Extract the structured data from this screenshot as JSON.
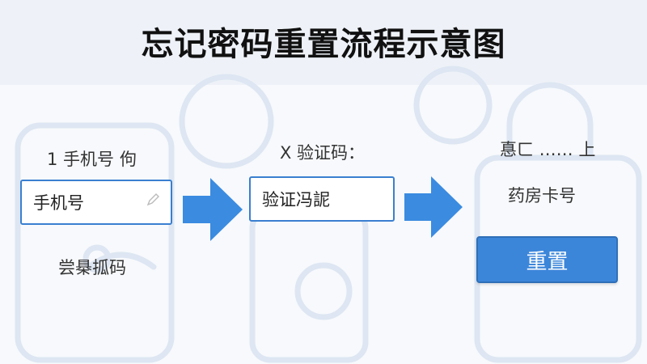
{
  "title": "忘记密码重置流程示意图",
  "step1": {
    "label": "1 手机号 佝",
    "input_value": "手机号",
    "sub_label": "尝㮂㧓码"
  },
  "step2": {
    "label": "X 验证码：",
    "input_value": "验证冯䛏"
  },
  "step3": {
    "label": "惪ㄈ …… 上",
    "sub_label": "药房卡号",
    "button_label": "重置"
  },
  "icons": [
    "pencil-icon",
    "arrow-right-icon",
    "phone-outline-icon",
    "lock-outline-icon"
  ],
  "colors": {
    "accent": "#3c86da",
    "border": "#3a7fd0",
    "arrow": "#3b8be0",
    "header_bg": "#eef2f8"
  }
}
